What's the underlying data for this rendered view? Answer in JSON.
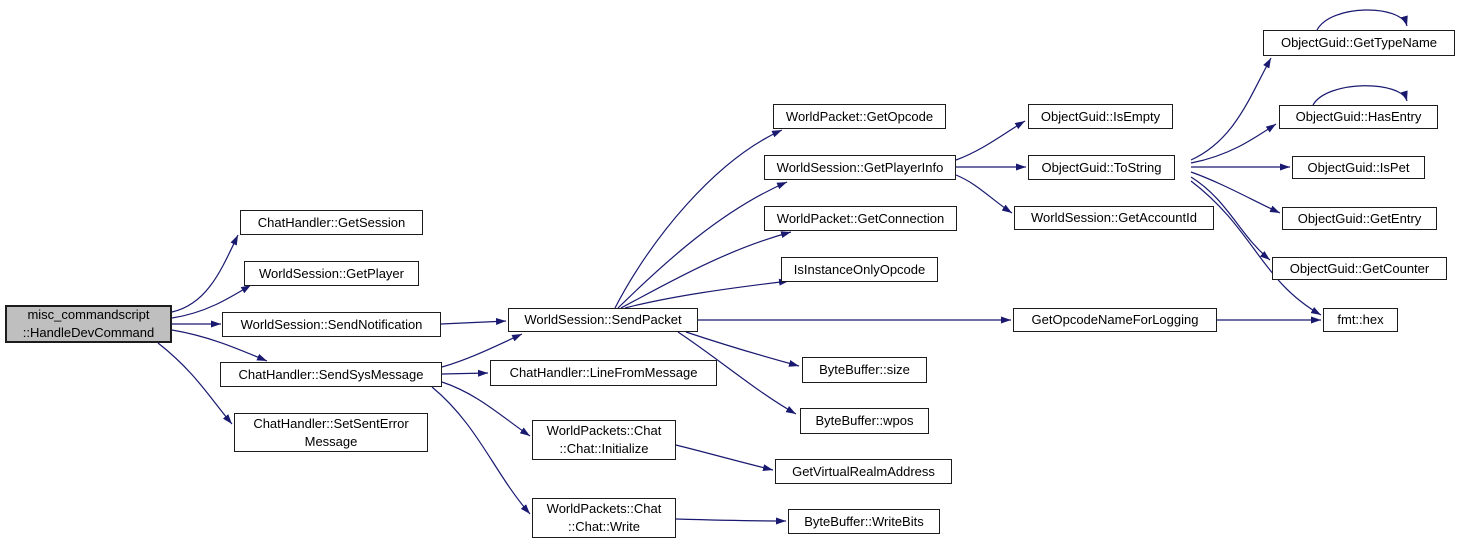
{
  "graph": {
    "kind": "call-graph",
    "colors": {
      "edge": "#191970",
      "node_border": "#1c1c1c",
      "node_bg": "#ffffff",
      "highlight_bg": "#bfbfbf"
    },
    "nodes": [
      {
        "id": "handle-dev-command",
        "label": "misc_commandscript\n::HandleDevCommand",
        "highlighted": true
      },
      {
        "id": "get-session",
        "label": "ChatHandler::GetSession"
      },
      {
        "id": "get-player",
        "label": "WorldSession::GetPlayer"
      },
      {
        "id": "send-notification",
        "label": "WorldSession::SendNotification"
      },
      {
        "id": "send-sys-message",
        "label": "ChatHandler::SendSysMessage"
      },
      {
        "id": "set-sent-error-message",
        "label": "ChatHandler::SetSentError\nMessage"
      },
      {
        "id": "send-packet",
        "label": "WorldSession::SendPacket"
      },
      {
        "id": "line-from-message",
        "label": "ChatHandler::LineFromMessage"
      },
      {
        "id": "chat-initialize",
        "label": "WorldPackets::Chat\n::Chat::Initialize"
      },
      {
        "id": "chat-write",
        "label": "WorldPackets::Chat\n::Chat::Write"
      },
      {
        "id": "get-opcode",
        "label": "WorldPacket::GetOpcode"
      },
      {
        "id": "get-player-info",
        "label": "WorldSession::GetPlayerInfo"
      },
      {
        "id": "get-connection",
        "label": "WorldPacket::GetConnection"
      },
      {
        "id": "is-instance-only-opcode",
        "label": "IsInstanceOnlyOpcode"
      },
      {
        "id": "bytebuffer-size",
        "label": "ByteBuffer::size"
      },
      {
        "id": "bytebuffer-wpos",
        "label": "ByteBuffer::wpos"
      },
      {
        "id": "get-virtual-realm-address",
        "label": "GetVirtualRealmAddress"
      },
      {
        "id": "bytebuffer-write-bits",
        "label": "ByteBuffer::WriteBits"
      },
      {
        "id": "is-empty",
        "label": "ObjectGuid::IsEmpty"
      },
      {
        "id": "to-string",
        "label": "ObjectGuid::ToString"
      },
      {
        "id": "get-account-id",
        "label": "WorldSession::GetAccountId"
      },
      {
        "id": "get-opcode-name-for-logging",
        "label": "GetOpcodeNameForLogging"
      },
      {
        "id": "get-type-name",
        "label": "ObjectGuid::GetTypeName"
      },
      {
        "id": "has-entry",
        "label": "ObjectGuid::HasEntry"
      },
      {
        "id": "is-pet",
        "label": "ObjectGuid::IsPet"
      },
      {
        "id": "get-entry",
        "label": "ObjectGuid::GetEntry"
      },
      {
        "id": "get-counter",
        "label": "ObjectGuid::GetCounter"
      },
      {
        "id": "fmt-hex",
        "label": "fmt::hex"
      }
    ],
    "edges": [
      {
        "from": "handle-dev-command",
        "to": "get-session"
      },
      {
        "from": "handle-dev-command",
        "to": "get-player"
      },
      {
        "from": "handle-dev-command",
        "to": "send-notification"
      },
      {
        "from": "handle-dev-command",
        "to": "send-sys-message"
      },
      {
        "from": "handle-dev-command",
        "to": "set-sent-error-message"
      },
      {
        "from": "send-notification",
        "to": "send-packet"
      },
      {
        "from": "send-sys-message",
        "to": "send-packet"
      },
      {
        "from": "send-sys-message",
        "to": "line-from-message"
      },
      {
        "from": "send-sys-message",
        "to": "chat-initialize"
      },
      {
        "from": "send-sys-message",
        "to": "chat-write"
      },
      {
        "from": "send-packet",
        "to": "get-opcode"
      },
      {
        "from": "send-packet",
        "to": "get-player-info"
      },
      {
        "from": "send-packet",
        "to": "get-connection"
      },
      {
        "from": "send-packet",
        "to": "is-instance-only-opcode"
      },
      {
        "from": "send-packet",
        "to": "get-opcode-name-for-logging"
      },
      {
        "from": "send-packet",
        "to": "bytebuffer-size"
      },
      {
        "from": "send-packet",
        "to": "bytebuffer-wpos"
      },
      {
        "from": "get-player-info",
        "to": "is-empty"
      },
      {
        "from": "get-player-info",
        "to": "to-string"
      },
      {
        "from": "get-player-info",
        "to": "get-account-id"
      },
      {
        "from": "to-string",
        "to": "get-type-name"
      },
      {
        "from": "to-string",
        "to": "has-entry"
      },
      {
        "from": "to-string",
        "to": "is-pet"
      },
      {
        "from": "to-string",
        "to": "get-entry"
      },
      {
        "from": "to-string",
        "to": "get-counter"
      },
      {
        "from": "to-string",
        "to": "fmt-hex"
      },
      {
        "from": "get-opcode-name-for-logging",
        "to": "fmt-hex"
      },
      {
        "from": "chat-initialize",
        "to": "get-virtual-realm-address"
      },
      {
        "from": "chat-write",
        "to": "bytebuffer-write-bits"
      },
      {
        "from": "get-type-name",
        "to": "get-type-name"
      },
      {
        "from": "has-entry",
        "to": "has-entry"
      }
    ]
  }
}
